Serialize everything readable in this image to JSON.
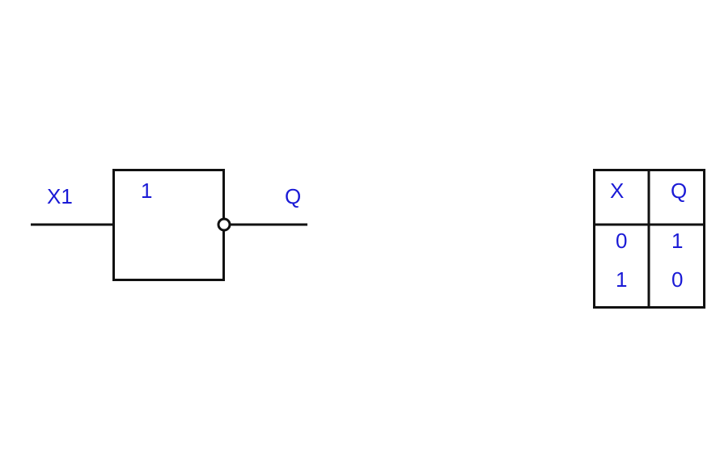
{
  "gate": {
    "symbol": "1",
    "input_label": "X1",
    "output_label": "Q",
    "inverted_output": true,
    "line_color": "#111111",
    "text_color": "#1a1ad6"
  },
  "truth_table": {
    "headers": [
      "X",
      "Q"
    ],
    "rows": [
      [
        "0",
        "1"
      ],
      [
        "1",
        "0"
      ]
    ]
  }
}
